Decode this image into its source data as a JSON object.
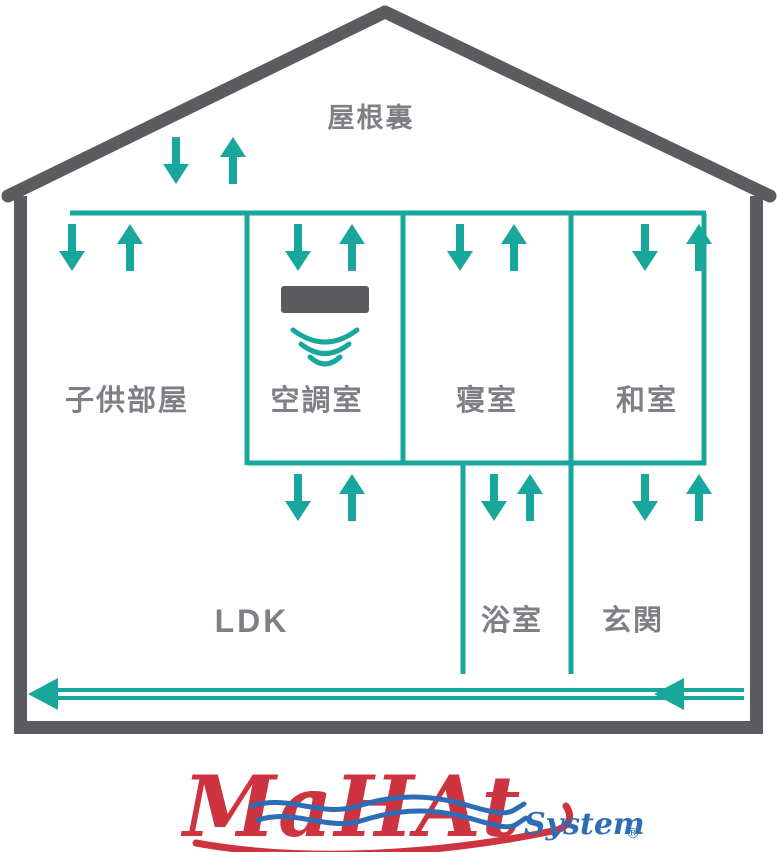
{
  "attic": {
    "label": "屋根裏"
  },
  "floor2": {
    "rooms": [
      {
        "label": "子供部屋"
      },
      {
        "label": "空調室"
      },
      {
        "label": "寝室"
      },
      {
        "label": "和室"
      }
    ]
  },
  "floor1": {
    "rooms": [
      {
        "label": "LDK"
      },
      {
        "label": "浴室"
      },
      {
        "label": "玄関"
      }
    ]
  },
  "logo": {
    "name": "MaHAt",
    "sub": "System",
    "registered": "®"
  },
  "colors": {
    "flow_teal": "#17a79b",
    "structure_gray": "#5c5c60",
    "room_label_gray": "#7f7f85",
    "logo_red": "#ce3440",
    "logo_blue": "#2e6db5"
  }
}
